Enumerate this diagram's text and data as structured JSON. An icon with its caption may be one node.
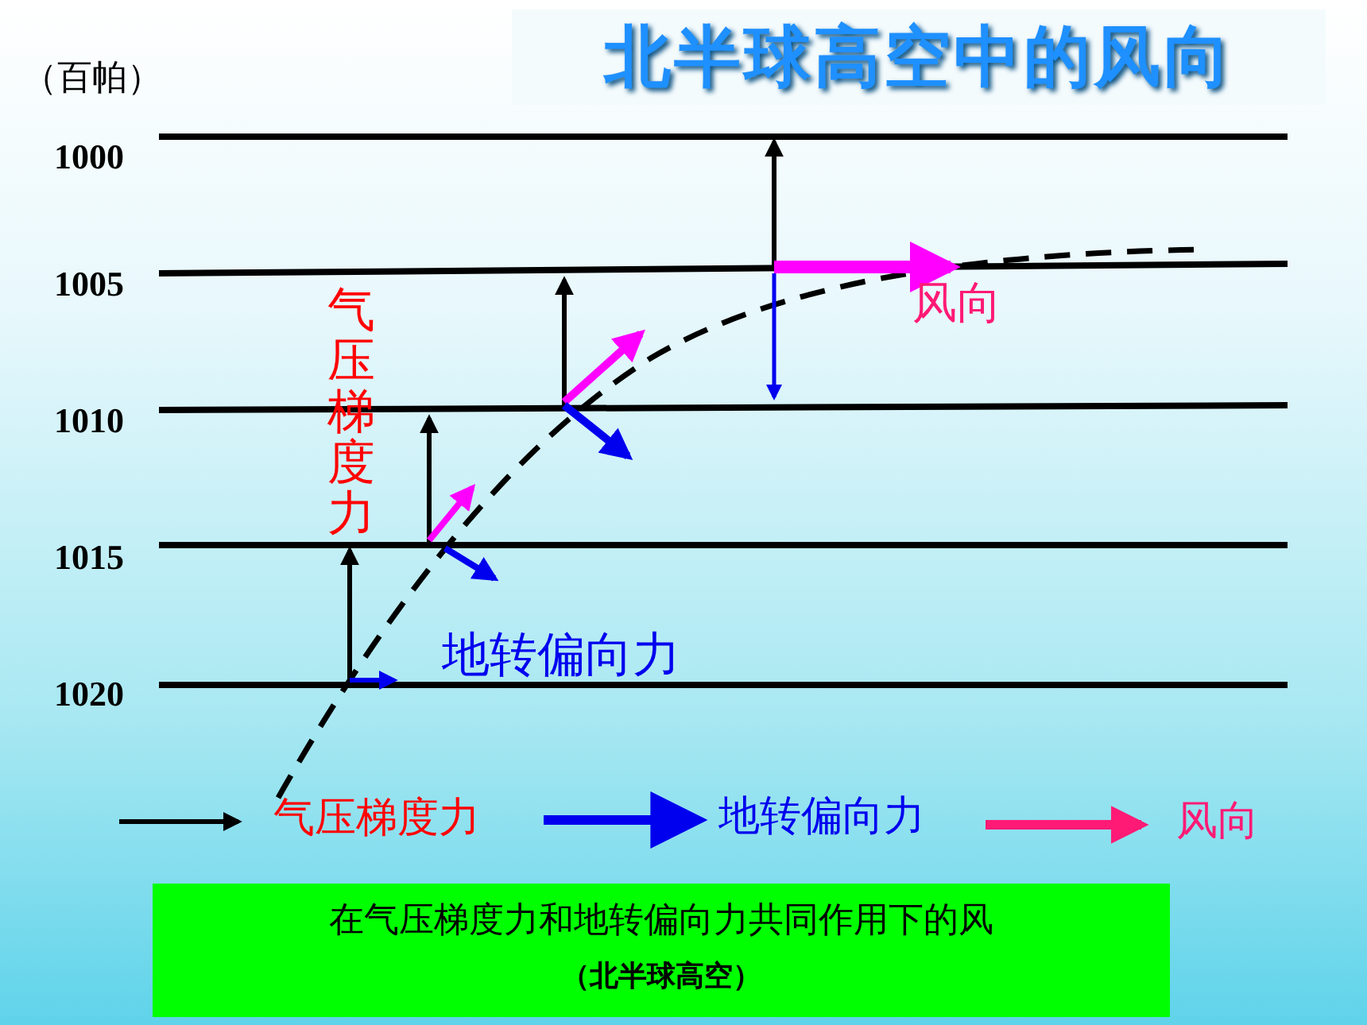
{
  "diagram": {
    "title": "北半球高空中的风向",
    "nodes": [
      {
        "text": [
          "在气压梯度力和地转偏向力共同作用下的风",
          "（北半球高空）"
        ]
      }
    ],
    "labels": [
      "（百帕）",
      "1000",
      "1005",
      "1010",
      "1015",
      "1020",
      "气压梯度力",
      "地转偏向力",
      "风向"
    ],
    "legend": [
      {
        "text": "气压梯度力"
      },
      {
        "text": "地转偏向力"
      },
      {
        "text": "风向"
      }
    ]
  }
}
